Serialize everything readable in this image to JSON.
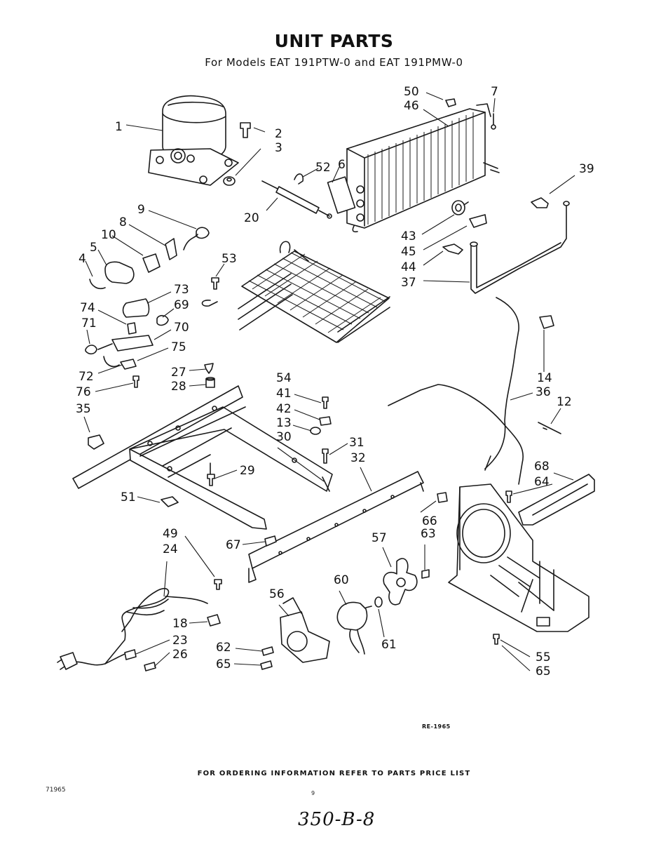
{
  "header": {
    "title": "UNIT PARTS",
    "subtitle": "For Models EAT 191PTW-0 and EAT 191PMW-0"
  },
  "callouts": {
    "c1": "1",
    "c2": "2",
    "c3": "3",
    "c4": "4",
    "c5": "5",
    "c6": "6",
    "c7": "7",
    "c8": "8",
    "c9": "9",
    "c10": "10",
    "c12": "12",
    "c13": "13",
    "c14": "14",
    "c18": "18",
    "c20": "20",
    "c23": "23",
    "c24": "24",
    "c26": "26",
    "c27": "27",
    "c28": "28",
    "c29": "29",
    "c30": "30",
    "c31": "31",
    "c32": "32",
    "c35": "35",
    "c36": "36",
    "c37": "37",
    "c39": "39",
    "c41": "41",
    "c42": "42",
    "c43": "43",
    "c44": "44",
    "c45": "45",
    "c46": "46",
    "c49": "49",
    "c50": "50",
    "c51": "51",
    "c52": "52",
    "c53": "53",
    "c54": "54",
    "c55": "55",
    "c56": "56",
    "c57": "57",
    "c60": "60",
    "c61": "61",
    "c62": "62",
    "c63": "63",
    "c64": "64",
    "c65a": "65",
    "c65b": "65",
    "c66": "66",
    "c67": "67",
    "c68": "68",
    "c69": "69",
    "c70": "70",
    "c71": "71",
    "c72": "72",
    "c73": "73",
    "c74": "74",
    "c75": "75",
    "c76": "76"
  },
  "drawing_code": "RE-1965",
  "footer": {
    "note": "FOR ORDERING INFORMATION REFER TO PARTS PRICE LIST",
    "left_number": "71965",
    "page_number": "9",
    "handwritten": "350-B-8"
  }
}
